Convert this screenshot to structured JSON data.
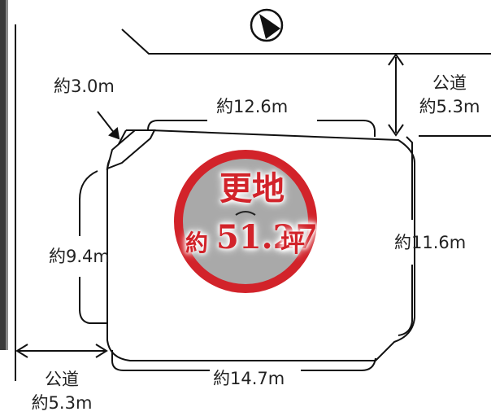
{
  "badge": {
    "line1": "更地",
    "line2_prefix": "約",
    "area": "51.27",
    "unit": "坪",
    "ring_color": "#d2232a",
    "fill_color": "#a9a9a9",
    "text_color": "#d2232a"
  },
  "dimensions": {
    "diagonal": "約3.0m",
    "top": "約12.6m",
    "right": "約11.6m",
    "left": "約9.4m",
    "bottom": "約14.7m"
  },
  "roads": {
    "east": {
      "name": "公道",
      "width": "約5.3m"
    },
    "west": {
      "name": "公道",
      "width": "約5.3m"
    }
  },
  "north_arrow": {
    "icon": "north-arrow-icon"
  },
  "colors": {
    "line": "#111111",
    "text": "#222222",
    "photo_strip": "#3a3a3a"
  }
}
